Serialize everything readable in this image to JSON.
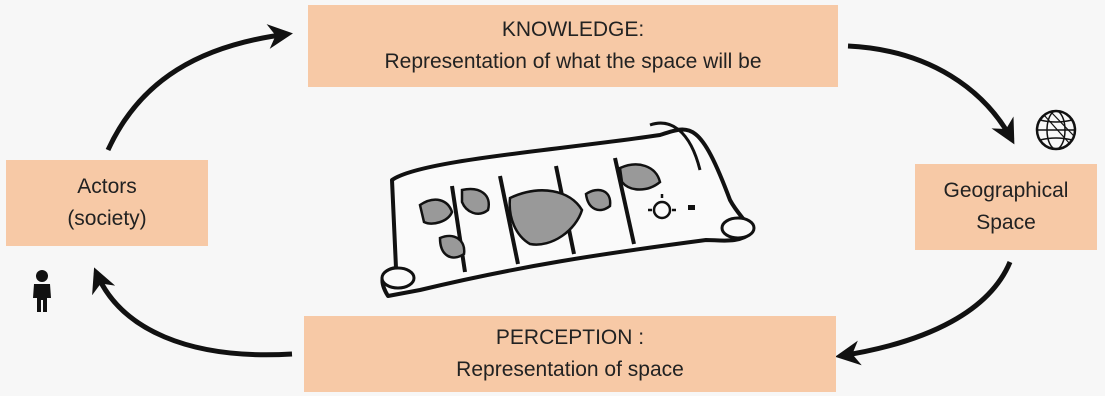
{
  "knowledge": {
    "title": "KNOWLEDGE:",
    "subtitle": "Representation of what the space will be"
  },
  "actors": {
    "line1": "Actors",
    "line2": "(society)"
  },
  "geographical_space": {
    "line1": "Geographical",
    "line2": "Space"
  },
  "perception": {
    "title": "PERCEPTION :",
    "subtitle": "Representation of space"
  },
  "colors": {
    "box_fill": "#f7c9a6",
    "arrow": "#111111",
    "background": "#f7f7f7",
    "map_land": "#999999"
  },
  "icons": [
    "person-icon",
    "globe-icon",
    "map-scroll-illustration"
  ]
}
